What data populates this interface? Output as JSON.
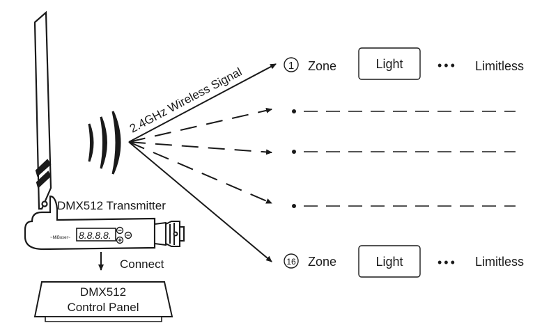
{
  "signal_label": "2.4GHz Wireless Signal",
  "transmitter_label": "DMX512 Transmitter",
  "connect_label": "Connect",
  "control_panel": {
    "line1": "DMX512",
    "line2": "Control Panel"
  },
  "device_brand": "~MiBoxer~",
  "display_digits": "8.8.8.8.",
  "zones": [
    {
      "number": "1",
      "zone_label": "Zone",
      "light_label": "Light",
      "dots": "•••",
      "limit_label": "Limitless"
    },
    {
      "number": "16",
      "zone_label": "Zone",
      "light_label": "Light",
      "dots": "•••",
      "limit_label": "Limitless"
    }
  ]
}
